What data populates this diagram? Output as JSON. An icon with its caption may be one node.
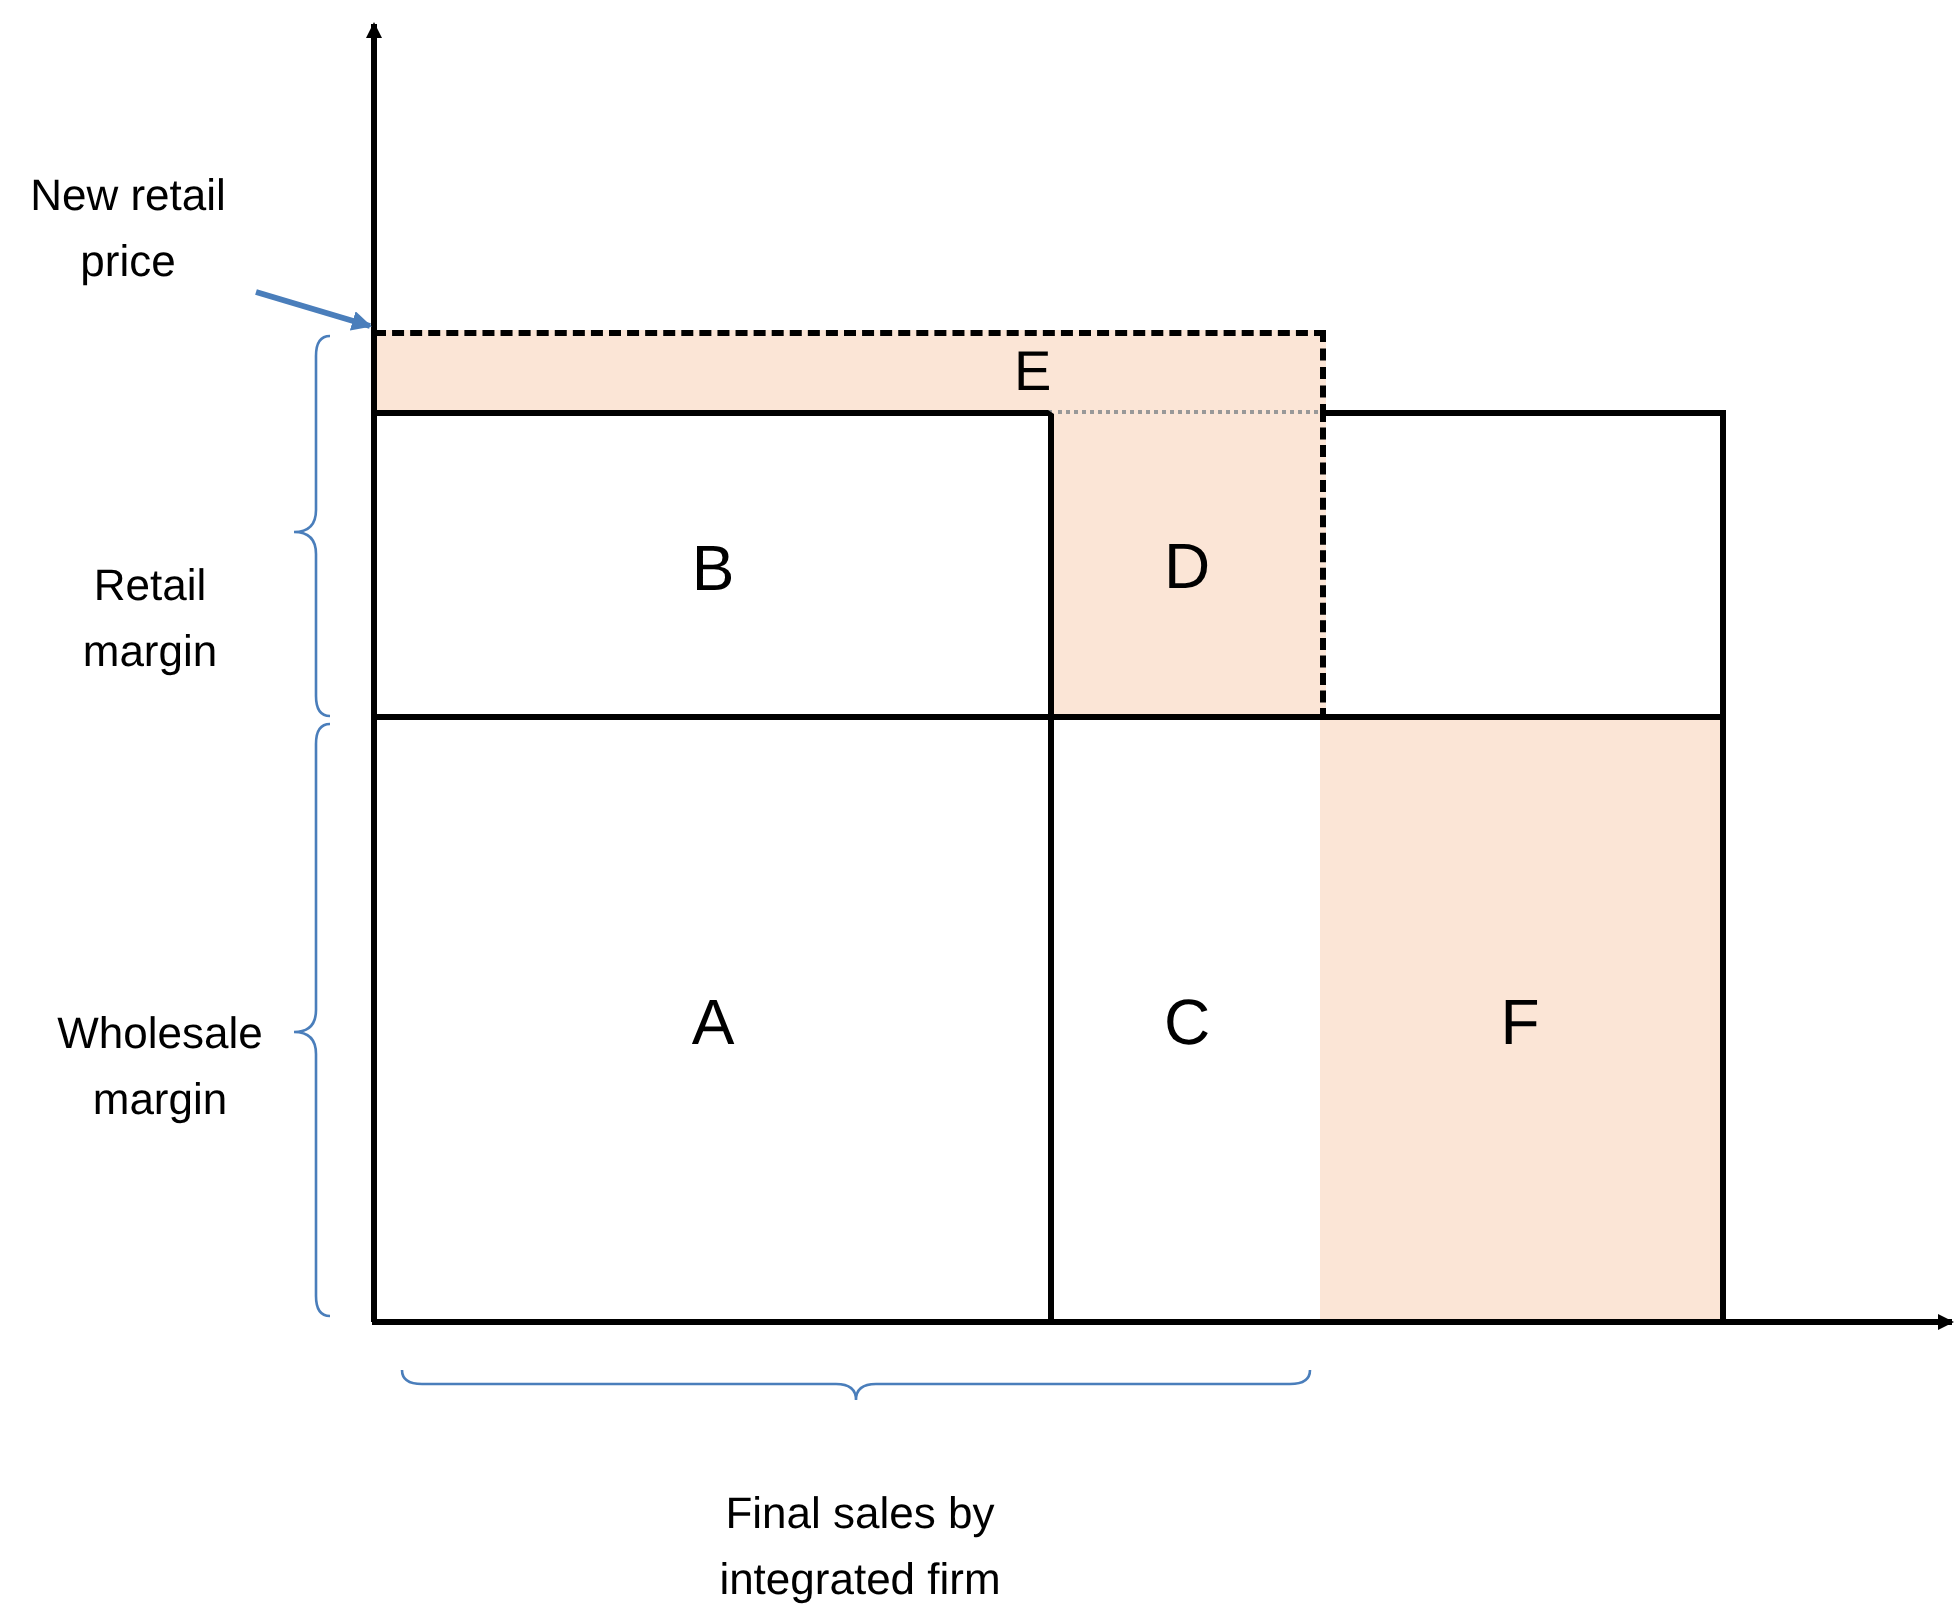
{
  "diagram": {
    "nodes": [
      {
        "text": [
          "New retail price"
        ]
      },
      {
        "text": [
          "E"
        ]
      },
      {
        "text": [
          "B"
        ]
      },
      {
        "text": [
          "D"
        ]
      },
      {
        "text": [],
        "shape": "box"
      },
      {
        "text": [
          "A"
        ]
      },
      {
        "text": [
          "C"
        ]
      },
      {
        "text": [
          "F"
        ]
      }
    ],
    "edges": [
      {
        "from": 0,
        "to": 1,
        "arrow": "to"
      }
    ],
    "labels": [
      "Retail margin",
      "Wholesale margin",
      "Final sales by integrated firm"
    ]
  }
}
